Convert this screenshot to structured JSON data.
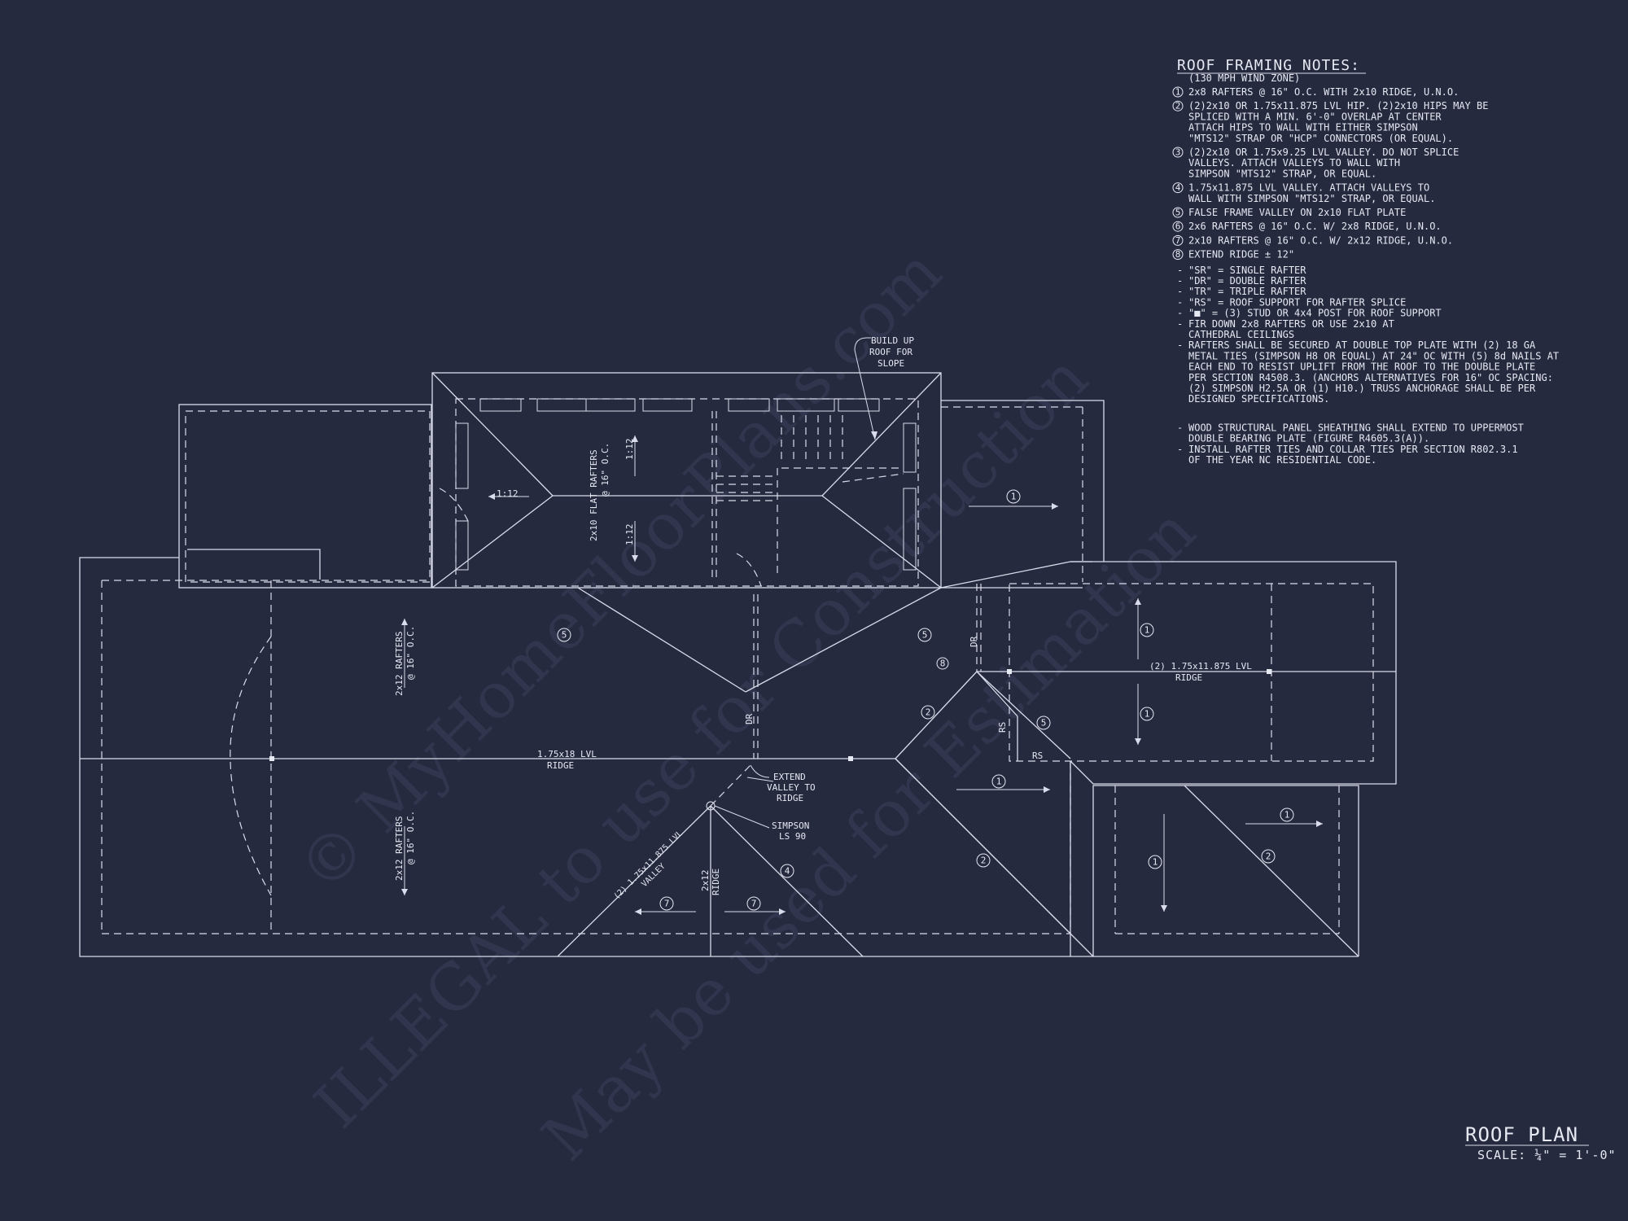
{
  "watermark": {
    "line1": "© MyHomeFloorPlans.com",
    "line2": "ILLEGAL to use for Construction",
    "line3": "May be used for Estimation"
  },
  "notes": {
    "title": "ROOF FRAMING NOTES:",
    "subtitle": "(130 MPH WIND ZONE)",
    "numbered": [
      {
        "num": "1",
        "lines": [
          "2x8 RAFTERS @ 16\" O.C. WITH 2x10 RIDGE, U.N.O."
        ]
      },
      {
        "num": "2",
        "lines": [
          "(2)2x10 OR 1.75x11.875 LVL HIP.  (2)2x10 HIPS MAY BE",
          "SPLICED WITH A MIN. 6'-0\" OVERLAP AT CENTER",
          "ATTACH HIPS TO WALL WITH EITHER SIMPSON",
          "\"MTS12\" STRAP OR \"HCP\" CONNECTORS (OR EQUAL)."
        ]
      },
      {
        "num": "3",
        "lines": [
          "(2)2x10 OR 1.75x9.25 LVL VALLEY.  DO NOT SPLICE",
          "VALLEYS.  ATTACH VALLEYS TO WALL WITH",
          "SIMPSON \"MTS12\" STRAP, OR EQUAL."
        ]
      },
      {
        "num": "4",
        "lines": [
          "1.75x11.875 LVL VALLEY.  ATTACH VALLEYS TO",
          "WALL WITH SIMPSON \"MTS12\" STRAP, OR EQUAL."
        ]
      },
      {
        "num": "5",
        "lines": [
          "FALSE FRAME VALLEY ON 2x10 FLAT PLATE"
        ]
      },
      {
        "num": "6",
        "lines": [
          "2x6 RAFTERS @ 16\" O.C. W/ 2x8 RIDGE, U.N.O."
        ]
      },
      {
        "num": "7",
        "lines": [
          "2x10 RAFTERS @ 16\" O.C. W/ 2x12 RIDGE, U.N.O."
        ]
      },
      {
        "num": "8",
        "lines": [
          "EXTEND RIDGE ± 12\""
        ]
      }
    ],
    "dashed": [
      [
        "\"SR\" = SINGLE RAFTER"
      ],
      [
        "\"DR\" = DOUBLE RAFTER"
      ],
      [
        "\"TR\" = TRIPLE RAFTER"
      ],
      [
        "\"RS\" = ROOF SUPPORT FOR RAFTER SPLICE"
      ],
      [
        "\"■\" = (3) STUD OR 4x4 POST FOR ROOF SUPPORT"
      ],
      [
        "FIR DOWN 2x8 RAFTERS OR USE 2x10 AT",
        "CATHEDRAL CEILINGS"
      ],
      [
        "RAFTERS SHALL BE SECURED AT DOUBLE TOP PLATE WITH (2) 18 GA",
        "METAL TIES (SIMPSON H8 OR EQUAL) AT 24\" OC WITH (5) 8d NAILS AT",
        "EACH END TO RESIST UPLIFT FROM THE ROOF TO THE DOUBLE PLATE",
        "PER SECTION R4508.3. (ANCHORS ALTERNATIVES FOR 16\" OC SPACING:",
        "(2) SIMPSON H2.5A OR (1) H10.) TRUSS ANCHORAGE SHALL BE PER",
        "DESIGNED SPECIFICATIONS."
      ]
    ],
    "dashed2": [
      [
        "WOOD STRUCTURAL PANEL SHEATHING SHALL EXTEND TO UPPERMOST",
        "DOUBLE BEARING PLATE (FIGURE R4605.3(A))."
      ],
      [
        "INSTALL RAFTER TIES AND COLLAR TIES PER SECTION R802.3.1",
        "OF THE YEAR NC RESIDENTIAL CODE."
      ]
    ]
  },
  "labels": {
    "build_up": [
      "BUILD UP",
      "ROOF FOR",
      "SLOPE"
    ],
    "slope_a": "1:12",
    "slope_b": "1:12",
    "slope_c": "1:12",
    "flat_rafters": [
      "2x10 FLAT RAFTERS",
      "@ 16\" O.C."
    ],
    "rafters_2x12_a": [
      "2x12 RAFTERS",
      "@ 16\" O.C."
    ],
    "rafters_2x12_b": [
      "2x12 RAFTERS",
      "@ 16\" O.C."
    ],
    "ridge_main": [
      "1.75x18 LVL",
      "RIDGE"
    ],
    "ridge_right": [
      "(2) 1.75x11.875 LVL",
      "RIDGE"
    ],
    "extend_valley": [
      "EXTEND",
      "VALLEY TO",
      "RIDGE"
    ],
    "simpson": [
      "SIMPSON",
      "LS 90"
    ],
    "lvl_valley": [
      "(2) 1.75x11.875 LVL",
      "VALLEY"
    ],
    "ridge_2x12": [
      "2x12",
      "RIDGE"
    ],
    "dr1": "DR",
    "dr2": "DR",
    "rs1": "RS",
    "rs2": "RS"
  },
  "title_block": {
    "title": "ROOF PLAN",
    "scale": "SCALE: ¼\" = 1'-0\""
  }
}
